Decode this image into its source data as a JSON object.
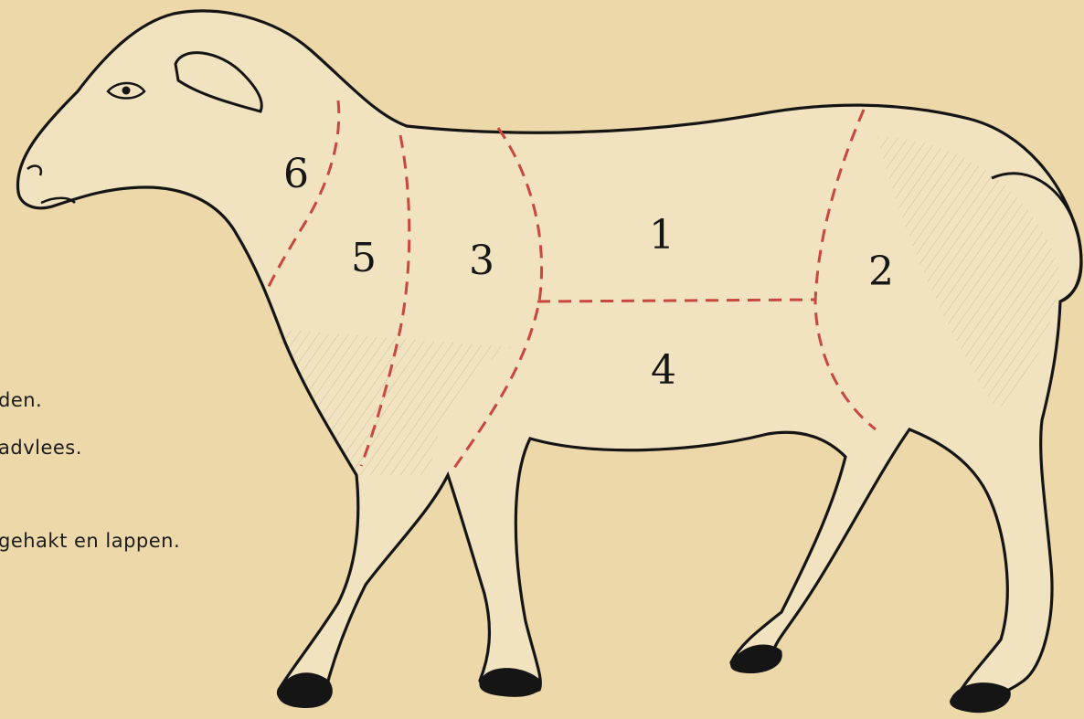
{
  "background_color": "#ecd8a8",
  "ink_color": "#151515",
  "cut_line_color": "#c9473f",
  "legend": {
    "lines": [
      "den.",
      "advlees.",
      "gehakt en lappen."
    ]
  },
  "cuts": [
    {
      "number": "1"
    },
    {
      "number": "2"
    },
    {
      "number": "3"
    },
    {
      "number": "4"
    },
    {
      "number": "5"
    },
    {
      "number": "6"
    }
  ]
}
